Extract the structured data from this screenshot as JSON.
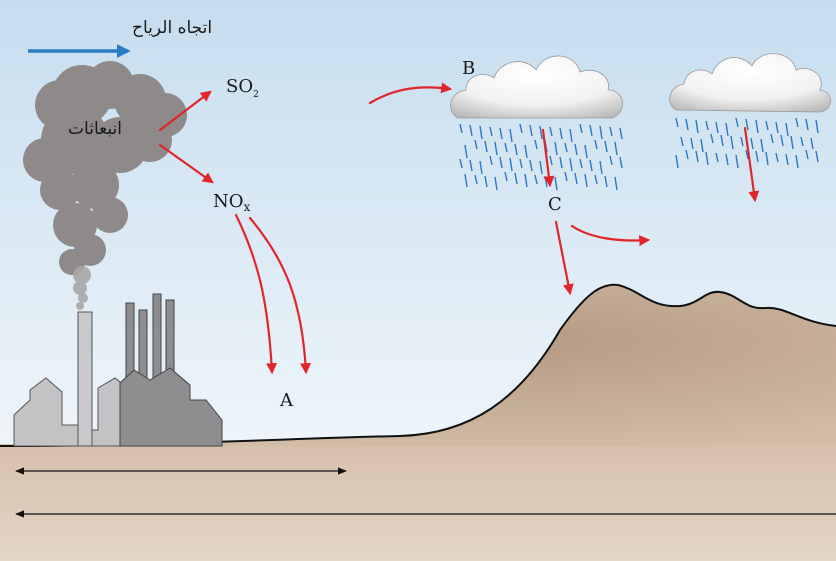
{
  "labels": {
    "wind_direction": "اتجاه الرياح",
    "emissions": "انبعاثات",
    "so2_main": "SO",
    "so2_sub": "2",
    "nox_main": "NO",
    "nox_sub": "x",
    "point_a": "A",
    "point_b": "B",
    "point_c": "C"
  },
  "colors": {
    "sky_top": "#c9dfee",
    "sky_bottom": "#eef5fa",
    "ground": "#dccab8",
    "hill": "#b99f88",
    "smoke": "#8d8a89",
    "factory_light": "#c2c2c4",
    "factory_dark": "#8e8e90",
    "rain": "#2d77c4",
    "red_arrow": "#e0262a",
    "wind_arrow": "#2a7cc5"
  }
}
